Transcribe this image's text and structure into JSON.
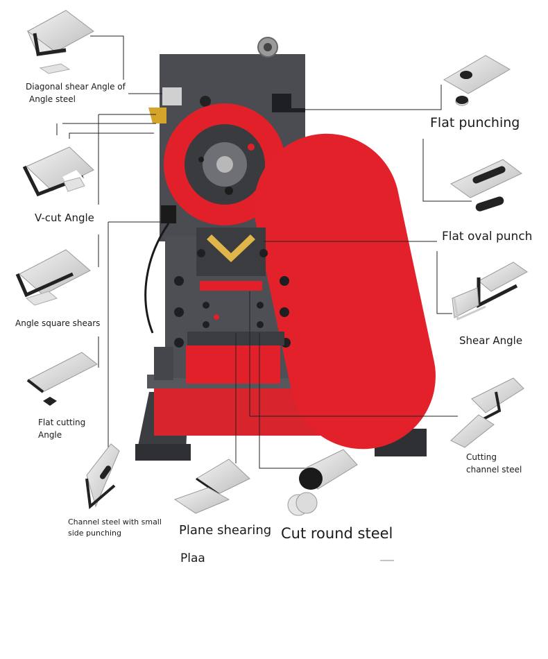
{
  "labels": {
    "diagonal_shear_1": "Diagonal shear Angle of",
    "diagonal_shear_2": "Angle steel",
    "flat_punching": "Flat punching",
    "v_cut_angle": "V-cut Angle",
    "flat_oval_punch": "Flat oval punch",
    "angle_square_shears": "Angle square shears",
    "shear_angle": "Shear Angle",
    "flat_cutting_1": "Flat cutting",
    "flat_cutting_2": "Angle",
    "cutting_channel_1": "Cutting",
    "cutting_channel_2": "channel steel",
    "channel_small_punch_1": "Channel steel with small",
    "channel_small_punch_2": "side punching",
    "plane_shearing": "Plane shearing",
    "cut_round_steel": "Cut round steel",
    "truncated": "Plaa"
  },
  "colors": {
    "machine_body": "#4a4c51",
    "machine_dark": "#2e3034",
    "guard_red": "#e2202a",
    "steel_part": "#dcdcdc",
    "leader_line": "#222222"
  },
  "icons": [
    "diagonal-angle-icon",
    "flat-punch-icon",
    "v-cut-angle-icon",
    "oval-punch-icon",
    "square-angle-icon",
    "shear-angle-icon",
    "flat-cut-icon",
    "channel-cut-icon",
    "channel-punch-icon",
    "plane-shear-icon",
    "round-steel-icon"
  ]
}
